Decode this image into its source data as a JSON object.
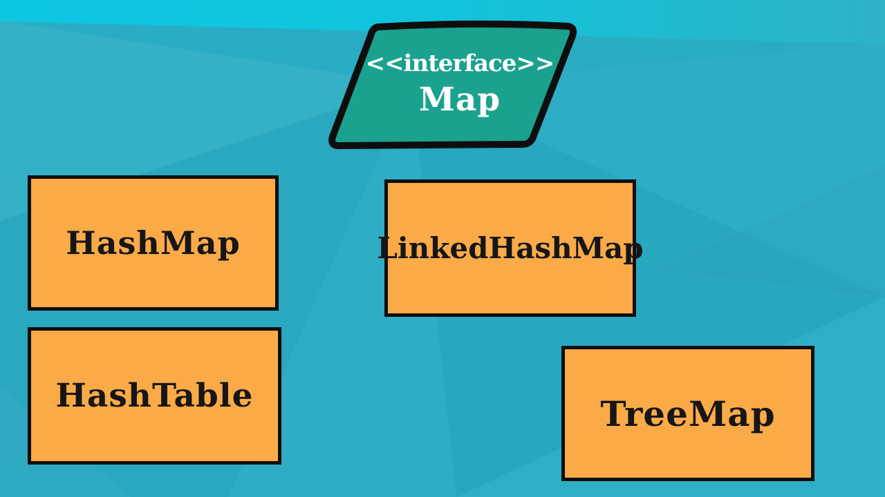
{
  "interface": {
    "stereotype": "<<interface>>",
    "name": "Map"
  },
  "classes": [
    {
      "label": "HashMap"
    },
    {
      "label": "LinkedHashMap"
    },
    {
      "label": "HashTable"
    },
    {
      "label": "TreeMap"
    }
  ],
  "colors": {
    "background": "#2aacc4",
    "top_band": "#0dc7e2",
    "interface_fill": "#1ba28e",
    "class_fill": "#fbaa48",
    "outline": "#0e0e0e",
    "interface_text": "#ffffff",
    "class_text": "#161616"
  }
}
